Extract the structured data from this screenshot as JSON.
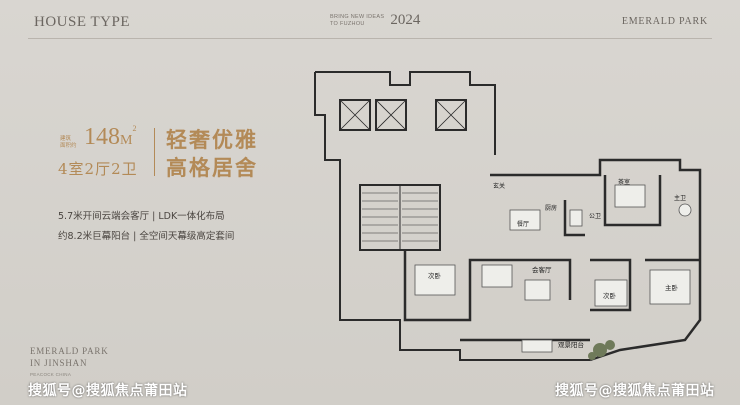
{
  "header": {
    "title": "HOUSE TYPE",
    "tagline_line1": "BRING NEW IDEAS",
    "tagline_line2": "TO FUZHOU",
    "year": "2024",
    "brand": "EMERALD PARK"
  },
  "unit": {
    "area_label_line1": "建筑",
    "area_label_line2": "面积约",
    "area_number": "148",
    "area_unit": "M",
    "area_sup": "2",
    "layout": "4室2厅2卫",
    "slogan_line1": "轻奢优雅",
    "slogan_line2": "高格居舍"
  },
  "features": [
    "5.7米开间云端会客厅 | LDK一体化布局",
    "约8.2米巨幕阳台 | 全空间天幕级高定套间"
  ],
  "footer_brand": {
    "line1": "EMERALD PARK",
    "line2": "IN JINSHAN",
    "line3": "PEACOCK CHINA"
  },
  "watermarks": {
    "left": "搜狐号@搜狐焦点莆田站",
    "right": "搜狐号@搜狐焦点莆田站"
  },
  "rooms": {
    "entry": "玄关",
    "kitchen": "厨房",
    "dining": "餐厅",
    "public_bath": "公卫",
    "study": "茶室",
    "master_bath": "主卫",
    "bedroom2": "次卧",
    "living": "会客厅",
    "bedroom3": "次卧",
    "master_bed": "主卧",
    "balcony": "观景阳台"
  },
  "colors": {
    "accent_gold": "#b38a57",
    "background": "#d4d1cc",
    "wall": "#2b2b2b"
  }
}
